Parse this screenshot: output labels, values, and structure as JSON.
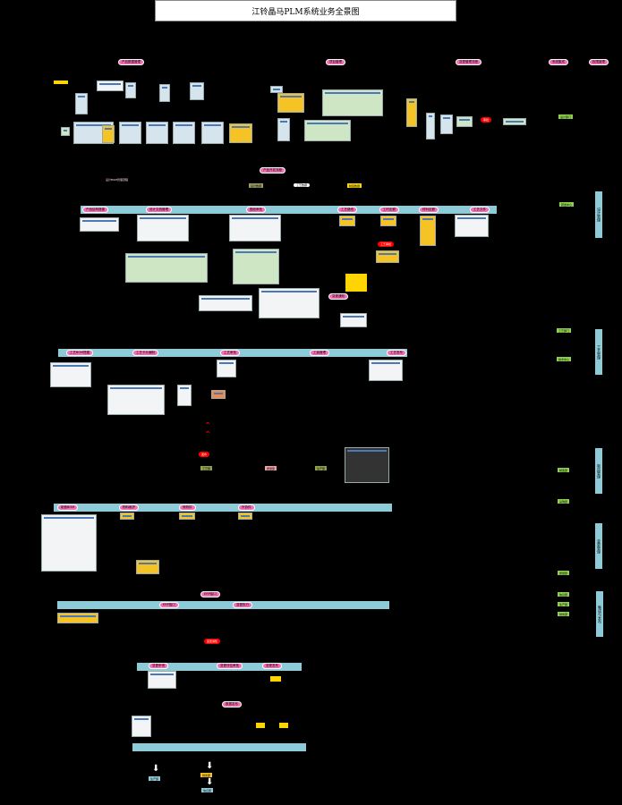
{
  "title": "江铃晶马PLM系统业务全景图",
  "top_headers": [
    "产品数据管理",
    "项目管理",
    "变更管理流程",
    "系统集成",
    "权限管理"
  ],
  "section_title": "产品开发流程",
  "sub_labels": [
    "设计BOM管理流程",
    "设计数据",
    "工艺数据",
    "制造数据"
  ],
  "lane1": [
    "产品结构搭建",
    "设计文档管理",
    "图纸审批",
    "工艺路线",
    "工时定额",
    "材料定额",
    "工艺文件"
  ],
  "lane2": [
    "工艺BOM搭建",
    "工艺卡片编制",
    "工艺审批",
    "工装管理",
    "工艺发布"
  ],
  "lane3": [
    "制造BOM",
    "物料维护",
    "采购件",
    "外协件"
  ],
  "lane4": [
    "ERP接口",
    "变更执行"
  ],
  "lane5": [
    "变更申请",
    "变更评估审批",
    "变更发布"
  ],
  "lane6_title": "数据发布",
  "side_boxes": [
    "设计管理",
    "工艺管理",
    "制造管理",
    "变更管理",
    "集成与发布"
  ],
  "green_labels": [
    "设计部门",
    "研发中心",
    "工艺部门",
    "技术中心",
    "制造部",
    "采购部",
    "质量部",
    "信息部",
    "生产部",
    "财务部"
  ],
  "mid_tags": [
    "工艺部",
    "质量部",
    "生产部"
  ],
  "red_labels": [
    "审批",
    "工艺审批",
    "变更通知",
    "发布"
  ],
  "arrow_glyph": "⬇"
}
